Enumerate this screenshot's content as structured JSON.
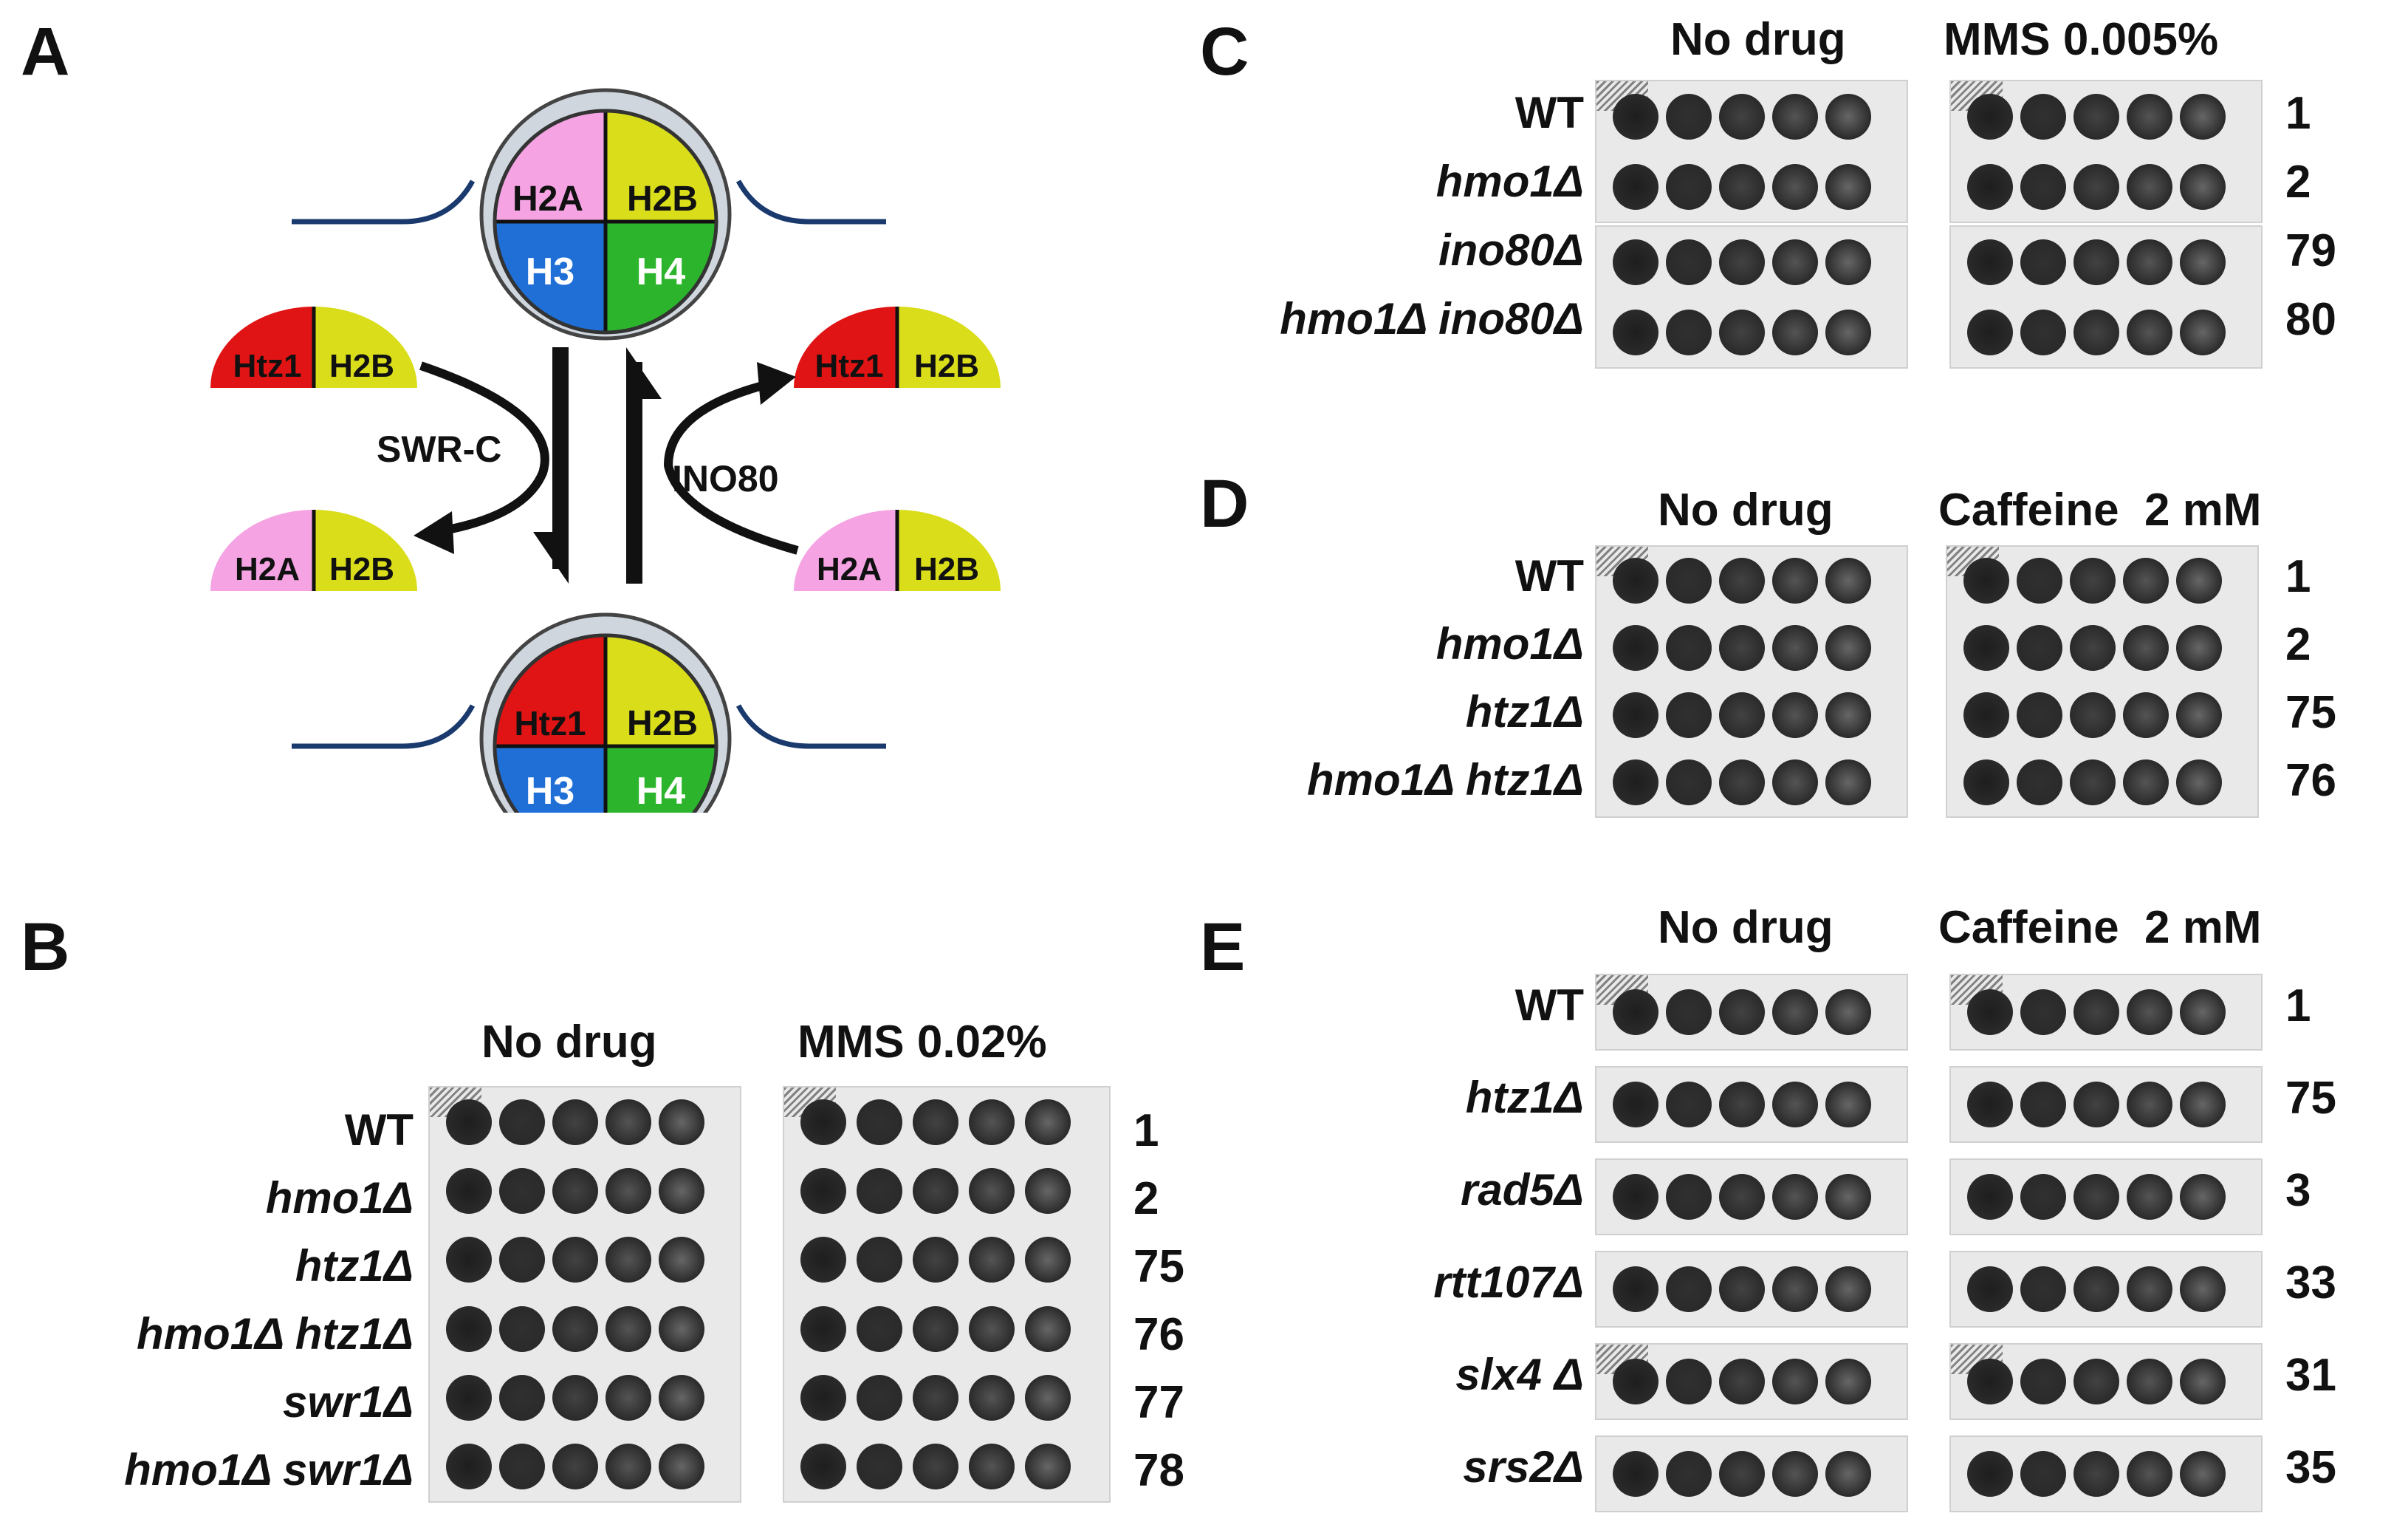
{
  "panels": {
    "A": {
      "letter": "A",
      "histones_top": [
        "H2A",
        "H2B",
        "H3",
        "H4"
      ],
      "histones_bottom": [
        "Htz1",
        "H2B",
        "H3",
        "H4"
      ],
      "dimers": {
        "htz1_h2b": [
          "Htz1",
          "H2B"
        ],
        "h2a_h2b": [
          "H2A",
          "H2B"
        ]
      },
      "complex_left": "SWR-C",
      "complex_right": "INO80",
      "colors": {
        "H2A": "#f5a3e3",
        "H2B": "#d9dd1a",
        "H3": "#1f6fd6",
        "H4": "#2cb52c",
        "Htz1": "#e01414",
        "dna": "#1a3a6e"
      }
    },
    "B": {
      "letter": "B",
      "conditions": [
        "No drug",
        "MMS 0.02%"
      ],
      "rows": [
        {
          "strain": "WT",
          "number": "1"
        },
        {
          "strain": "hmo1Δ",
          "number": "2"
        },
        {
          "strain": "htz1Δ",
          "number": "75"
        },
        {
          "strain": "hmo1Δ htz1Δ",
          "number": "76"
        },
        {
          "strain": "swr1Δ",
          "number": "77"
        },
        {
          "strain": "hmo1Δ swr1Δ",
          "number": "78"
        }
      ]
    },
    "C": {
      "letter": "C",
      "conditions": [
        "No drug",
        "MMS 0.005%"
      ],
      "rows": [
        {
          "strain": "WT",
          "number": "1"
        },
        {
          "strain": "hmo1Δ",
          "number": "2"
        },
        {
          "strain": "ino80Δ",
          "number": "79"
        },
        {
          "strain": "hmo1Δ ino80Δ",
          "number": "80"
        }
      ]
    },
    "D": {
      "letter": "D",
      "conditions": [
        "No drug",
        "Caffeine  2 mM"
      ],
      "rows": [
        {
          "strain": "WT",
          "number": "1"
        },
        {
          "strain": "hmo1Δ",
          "number": "2"
        },
        {
          "strain": "htz1Δ",
          "number": "75"
        },
        {
          "strain": "hmo1Δ htz1Δ",
          "number": "76"
        }
      ]
    },
    "E": {
      "letter": "E",
      "conditions": [
        "No drug",
        "Caffeine  2 mM"
      ],
      "rows": [
        {
          "strain": "WT",
          "number": "1"
        },
        {
          "strain": "htz1Δ",
          "number": "75"
        },
        {
          "strain": "rad5Δ",
          "number": "3"
        },
        {
          "strain": "rtt107Δ",
          "number": "33"
        },
        {
          "strain": "slx4 Δ",
          "number": "31"
        },
        {
          "strain": "srs2Δ",
          "number": "35"
        }
      ]
    }
  }
}
